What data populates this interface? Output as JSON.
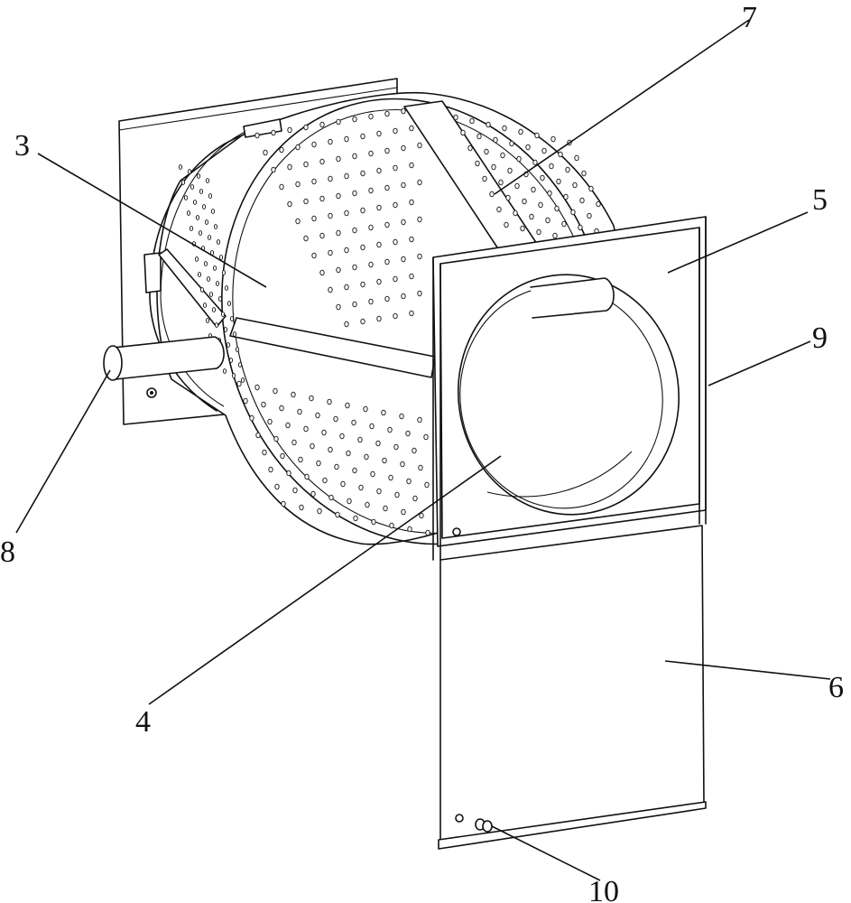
{
  "diagram": {
    "labels": [
      {
        "id": "3",
        "text": "3"
      },
      {
        "id": "4",
        "text": "4"
      },
      {
        "id": "5",
        "text": "5"
      },
      {
        "id": "6",
        "text": "6"
      },
      {
        "id": "7",
        "text": "7"
      },
      {
        "id": "8",
        "text": "8"
      },
      {
        "id": "9",
        "text": "9"
      },
      {
        "id": "10",
        "text": "10"
      }
    ]
  }
}
